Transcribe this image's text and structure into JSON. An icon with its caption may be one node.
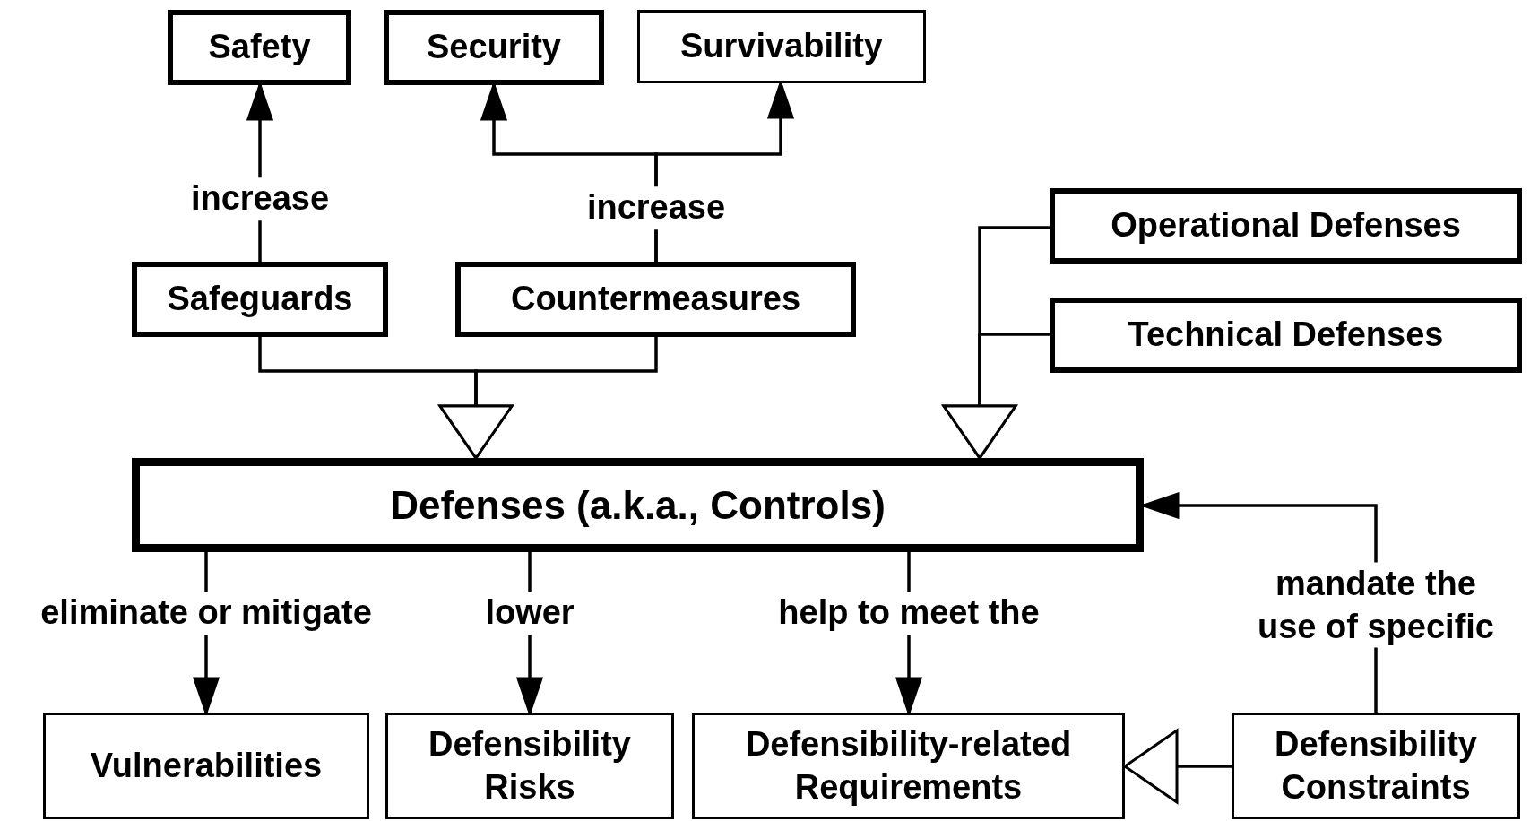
{
  "diagram": {
    "nodes": [
      {
        "text": [
          "Safety"
        ]
      },
      {
        "text": [
          "Security"
        ]
      },
      {
        "text": [
          "Survivability"
        ]
      },
      {
        "text": [
          "Safeguards"
        ]
      },
      {
        "text": [
          "Countermeasures"
        ]
      },
      {
        "text": [
          "Operational Defenses"
        ]
      },
      {
        "text": [
          "Technical Defenses"
        ]
      },
      {
        "text": [
          "Defenses (a.k.a., Controls)"
        ]
      },
      {
        "text": [
          "Vulnerabilities"
        ]
      },
      {
        "text": [
          "Defensibility Risks"
        ]
      },
      {
        "text": [
          "Defensibility-related Requirements"
        ]
      },
      {
        "text": [
          "Defensibility Constraints"
        ]
      }
    ],
    "edges": [
      {
        "from": 3,
        "to": 0,
        "arrow": "to",
        "label": "increase"
      },
      {
        "from": 4,
        "to": 1,
        "arrow": "to",
        "label": "increase"
      },
      {
        "from": 4,
        "to": 2,
        "arrow": "to"
      },
      {
        "from": 3,
        "to": 7,
        "arrow": "to"
      },
      {
        "from": 4,
        "to": 7,
        "arrow": "to"
      },
      {
        "from": 5,
        "to": 7,
        "arrow": "to"
      },
      {
        "from": 6,
        "to": 7,
        "arrow": "to"
      },
      {
        "from": 7,
        "to": 8,
        "arrow": "to",
        "label": "eliminate or mitigate"
      },
      {
        "from": 7,
        "to": 9,
        "arrow": "to",
        "label": "lower"
      },
      {
        "from": 7,
        "to": 10,
        "arrow": "to",
        "label": "help to meet the"
      },
      {
        "from": 11,
        "to": 7,
        "arrow": "to",
        "label": "mandate the use of specific"
      },
      {
        "from": 11,
        "to": 10,
        "arrow": "to"
      }
    ]
  }
}
